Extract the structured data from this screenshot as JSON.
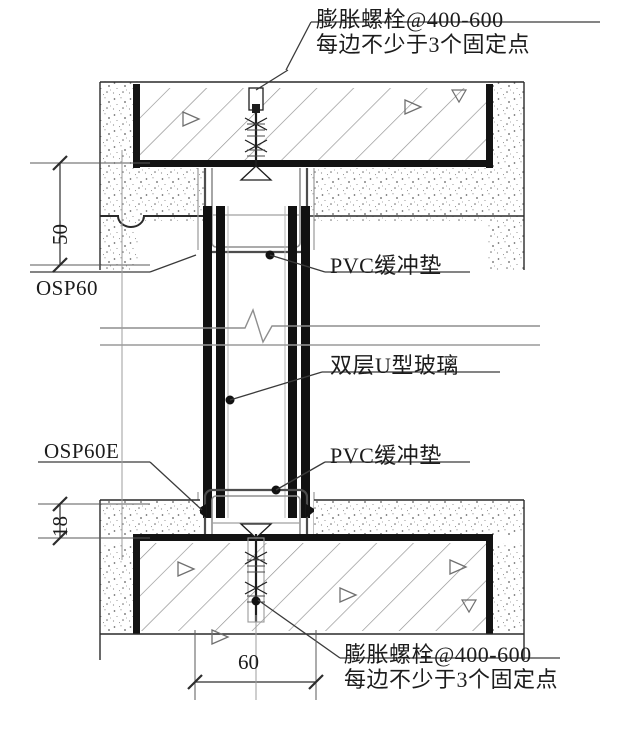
{
  "drawing": {
    "title": "U-glass curtain wall head and sill detail section",
    "type": "architectural-detail-section",
    "units": "mm",
    "line_color": "#1a1a1a",
    "hatch_color": "#8a8a8a",
    "glass_color": "#111111",
    "concrete_fill": "#ffffff",
    "stipple_color": "#6e6e6e"
  },
  "annotations": {
    "top_bolt": {
      "line1": "膨胀螺栓@400-600",
      "line2": "每边不少于3个固定点"
    },
    "bottom_bolt": {
      "line1": "膨胀螺栓@400-600",
      "line2": "每边不少于3个固定点"
    },
    "pvc_pad_top": "PVC缓冲垫",
    "pvc_pad_bottom": "PVC缓冲垫",
    "u_glass": "双层U型玻璃",
    "osp60": "OSP60",
    "osp60e": "OSP60E"
  },
  "dimensions": {
    "head_gap": {
      "value": "50",
      "orientation": "vertical"
    },
    "sill_gap": {
      "value": "18",
      "orientation": "vertical"
    },
    "channel_width": {
      "value": "60",
      "orientation": "horizontal"
    }
  }
}
